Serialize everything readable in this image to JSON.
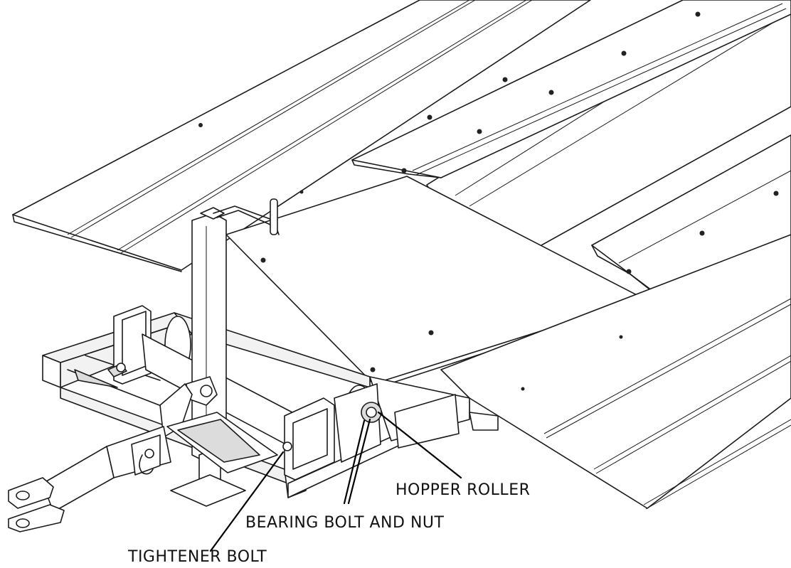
{
  "diagram": {
    "labels": {
      "hopper_roller": "HOPPER ROLLER",
      "bearing_bolt_nut": "BEARING BOLT AND NUT",
      "tightener_bolt": "TIGHTENER BOLT"
    },
    "colors": {
      "line": "#1a1a1a",
      "background": "#ffffff"
    }
  }
}
